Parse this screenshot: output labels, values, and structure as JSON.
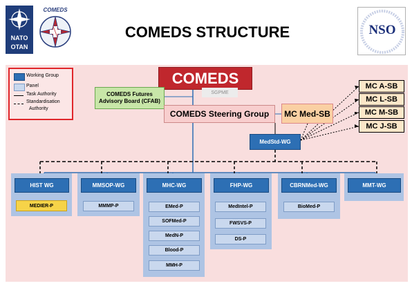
{
  "header": {
    "title": "COMEDS STRUCTURE",
    "nato_logo_top": "NATO",
    "nato_logo_bottom": "OTAN",
    "comeds_logo_text": "COMEDS",
    "nso_logo_text": "NSO"
  },
  "legend": {
    "working_group": "Working Group",
    "panel": "Panel",
    "task_authority": "Task Authority",
    "standardisation_authority_1": "Standardisation",
    "standardisation_authority_2": "Authority"
  },
  "top": {
    "comeds": "COMEDS",
    "sgpme": "SGPME",
    "cfab": "COMEDS Futures Advisory Board (CFAB)",
    "steering": "COMEDS Steering Group",
    "mc_med": "MC Med-SB",
    "medstd": "MedStd-WG"
  },
  "mc_boards": [
    "MC A-SB",
    "MC L-SB",
    "MC M-SB",
    "MC J-SB"
  ],
  "working_groups": [
    {
      "name": "HIST WG",
      "panels": [
        "MEDIER-P"
      ]
    },
    {
      "name": "MMSOP-WG",
      "panels": [
        "MMMP-P"
      ]
    },
    {
      "name": "MHC-WG",
      "panels": [
        "EMed-P",
        "SOFMed-P",
        "MedN-P",
        "Blood-P",
        "MMH-P"
      ]
    },
    {
      "name": "FHP-WG",
      "panels": [
        "MedIntel-P",
        "FWSVS-P",
        "DS-P"
      ]
    },
    {
      "name": "CBRNMed-WG",
      "panels": [
        "BioMed-P"
      ]
    },
    {
      "name": "MMT-WG",
      "panels": []
    }
  ],
  "colors": {
    "comeds_red": "#c0272d",
    "working_group_blue": "#2d6fb4",
    "panel_light_blue": "#c9d8ee",
    "background_pink": "#f9dede",
    "highlight_panel_yellow": "#f6d348"
  }
}
